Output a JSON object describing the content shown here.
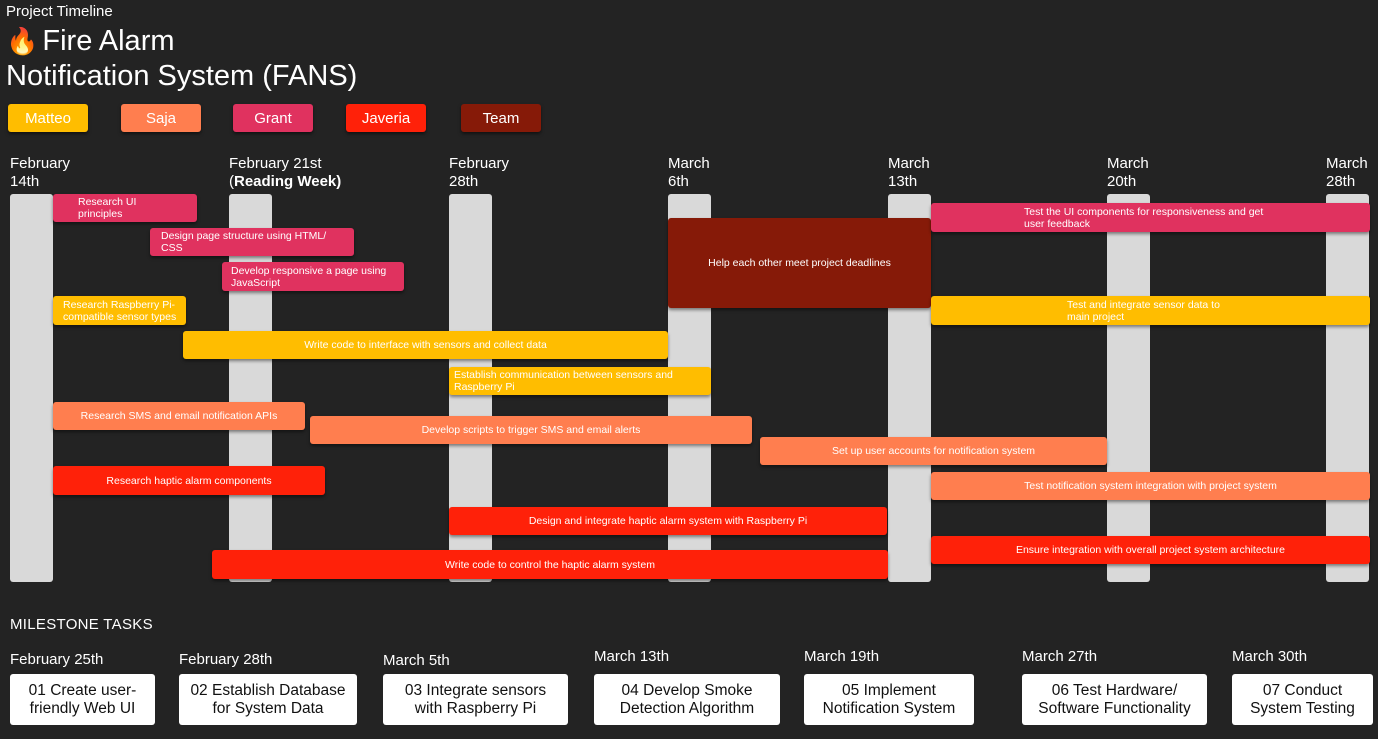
{
  "header": {
    "subtitle": "Project Timeline",
    "title_icon": "🔥",
    "title_line1": "Fire Alarm",
    "title_line2": "Notification System (FANS)"
  },
  "legend": [
    {
      "label": "Matteo",
      "color": "#ffbd00",
      "text_color": "#ffffff"
    },
    {
      "label": "Saja",
      "color": "#ff7e4f",
      "text_color": "#ffffff"
    },
    {
      "label": "Grant",
      "color": "#e0325f",
      "text_color": "#ffffff"
    },
    {
      "label": "Javeria",
      "color": "#ff2109",
      "text_color": "#ffffff"
    },
    {
      "label": "Team",
      "color": "#861a08",
      "text_color": "#ffffff"
    }
  ],
  "weeks": [
    {
      "line1": "February",
      "line2": "14th",
      "bold": ""
    },
    {
      "line1": "February 21st",
      "line2": "(",
      "bold": "Reading Week)"
    },
    {
      "line1": "February",
      "line2": "28th",
      "bold": ""
    },
    {
      "line1": "March",
      "line2": "6th",
      "bold": ""
    },
    {
      "line1": "March",
      "line2": "13th",
      "bold": ""
    },
    {
      "line1": "March",
      "line2": "20th",
      "bold": ""
    },
    {
      "line1": "March",
      "line2": "28th",
      "bold": ""
    }
  ],
  "tasks": [
    {
      "label": "Research UI principles",
      "owner": "Grant"
    },
    {
      "label": "Design page structure using HTML/ CSS",
      "owner": "Grant"
    },
    {
      "label": "Develop responsive a page using JavaScript",
      "owner": "Grant"
    },
    {
      "label": "Research Raspberry Pi-compatible sensor types",
      "owner": "Matteo"
    },
    {
      "label": "Write code to interface with sensors and collect data",
      "owner": "Matteo"
    },
    {
      "label": "Establish communication between sensors and Raspberry Pi",
      "owner": "Matteo"
    },
    {
      "label": "Research SMS and email notification APIs",
      "owner": "Saja"
    },
    {
      "label": "Develop scripts to trigger SMS and email alerts",
      "owner": "Saja"
    },
    {
      "label": "Research haptic alarm components",
      "owner": "Javeria"
    },
    {
      "label": "Design and integrate haptic alarm system with Raspberry Pi",
      "owner": "Javeria"
    },
    {
      "label": "Write code to control the haptic alarm system",
      "owner": "Javeria"
    },
    {
      "label": "Help each other meet project deadlines",
      "owner": "Team"
    },
    {
      "label": "Test the UI components for responsiveness and get user feedback",
      "owner": "Grant"
    },
    {
      "label": "Test and integrate sensor data to main project",
      "owner": "Matteo"
    },
    {
      "label": "Set up user accounts for notification system",
      "owner": "Saja"
    },
    {
      "label": "Test notification system integration with project system",
      "owner": "Saja"
    },
    {
      "label": "Ensure integration with overall project system architecture",
      "owner": "Javeria"
    }
  ],
  "milestones": {
    "header": "MILESTONE TASKS",
    "items": [
      {
        "date": "February 25th",
        "label": "01 Create user-friendly Web UI"
      },
      {
        "date": "February 28th",
        "label": "02 Establish Database for System Data"
      },
      {
        "date": "March 5th",
        "label": "03 Integrate sensors with Raspberry Pi"
      },
      {
        "date": "March 13th",
        "label": "04 Develop Smoke Detection Algorithm"
      },
      {
        "date": "March 19th",
        "label": "05 Implement Notification System"
      },
      {
        "date": "March 27th",
        "label": "06 Test Hardware/ Software Functionality"
      },
      {
        "date": "March 30th",
        "label": "07 Conduct System Testing"
      }
    ]
  }
}
